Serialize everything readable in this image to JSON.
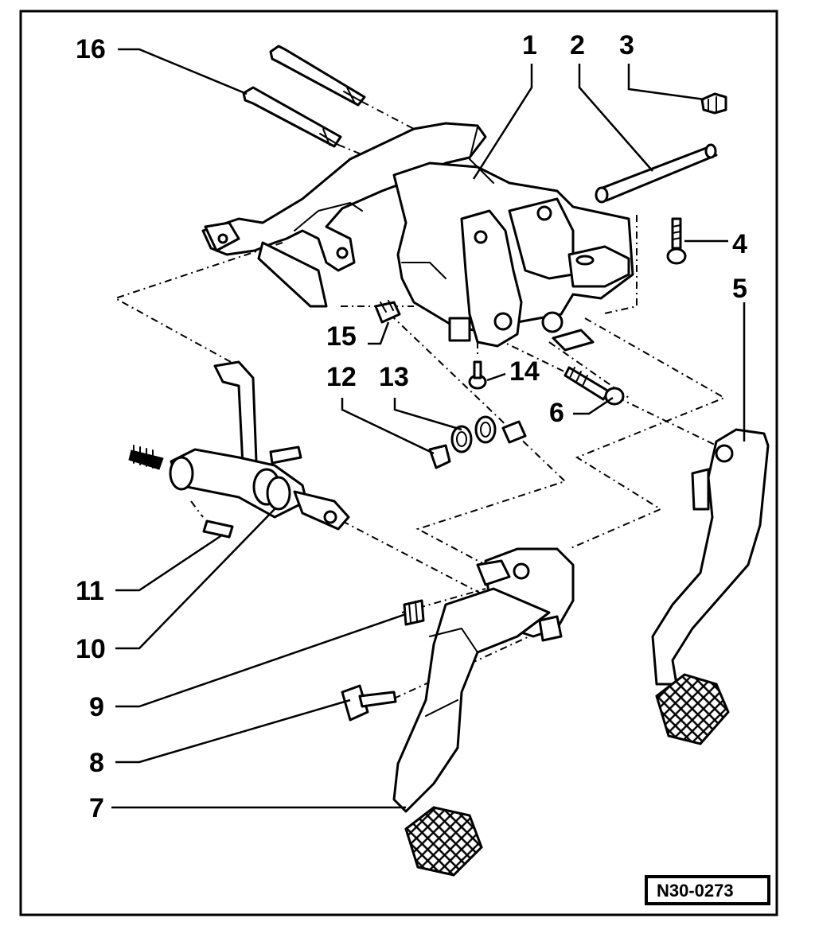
{
  "callouts": [
    {
      "id": "c1",
      "label": "1"
    },
    {
      "id": "c2",
      "label": "2"
    },
    {
      "id": "c3",
      "label": "3"
    },
    {
      "id": "c4",
      "label": "4"
    },
    {
      "id": "c5",
      "label": "5"
    },
    {
      "id": "c6",
      "label": "6"
    },
    {
      "id": "c7",
      "label": "7"
    },
    {
      "id": "c8",
      "label": "8"
    },
    {
      "id": "c9",
      "label": "9"
    },
    {
      "id": "c10",
      "label": "10"
    },
    {
      "id": "c11",
      "label": "11"
    },
    {
      "id": "c12",
      "label": "12"
    },
    {
      "id": "c13",
      "label": "13"
    },
    {
      "id": "c14",
      "label": "14"
    },
    {
      "id": "c15",
      "label": "15"
    },
    {
      "id": "c16",
      "label": "16"
    }
  ],
  "reference_code": "N30-0273"
}
